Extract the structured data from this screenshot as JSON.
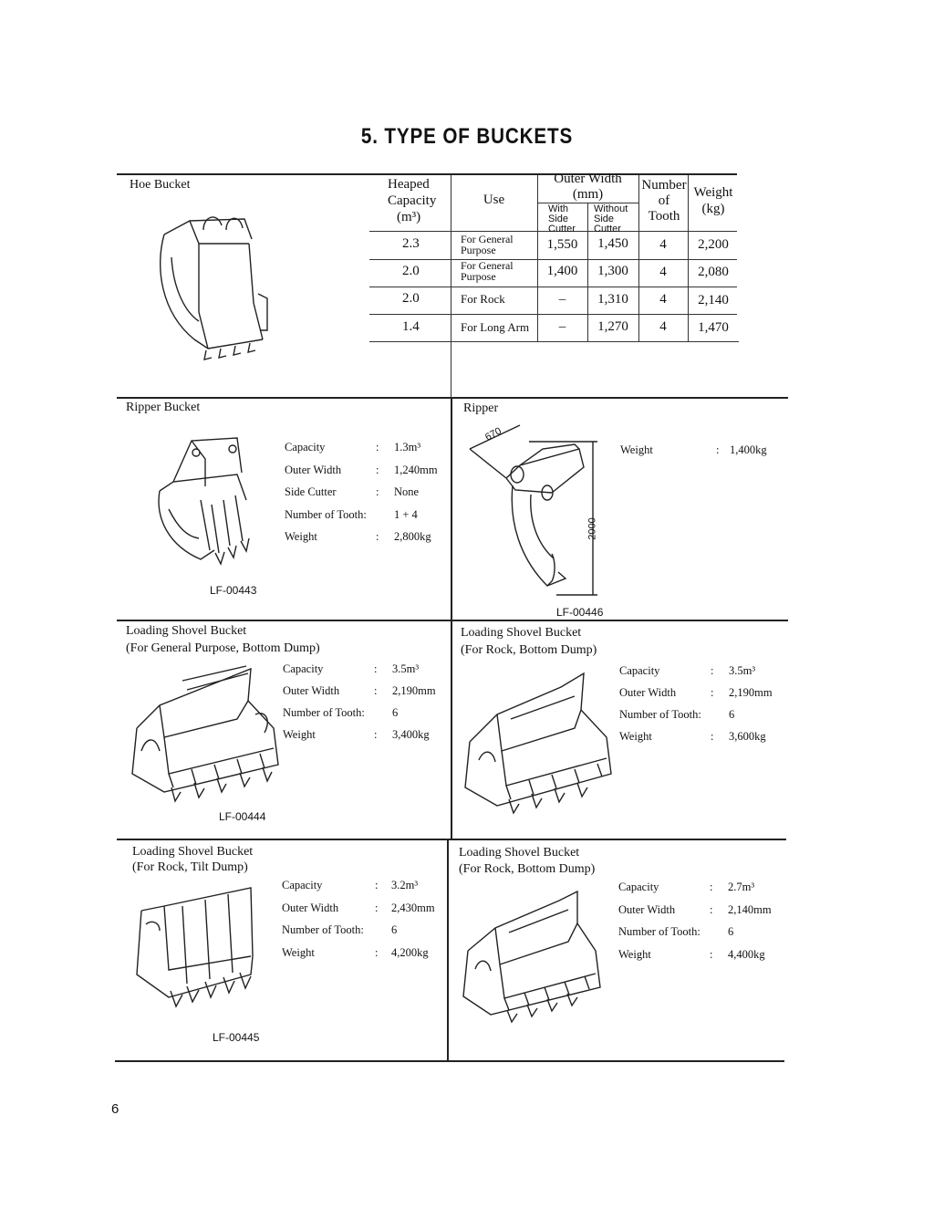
{
  "title": "5. TYPE OF BUCKETS",
  "page_number": "6",
  "hoe": {
    "label": "Hoe Bucket",
    "headers": {
      "capacity": [
        "Heaped",
        "Capacity",
        "(m³)"
      ],
      "use": "Use",
      "outer_width": [
        "Outer Width",
        "(mm)"
      ],
      "with_side_cutter": [
        "With",
        "Side",
        "Cutter"
      ],
      "without_side_cutter": [
        "Without",
        "Side",
        "Cutter"
      ],
      "tooth": [
        "Number",
        "of",
        "Tooth"
      ],
      "weight": [
        "Weight",
        "(kg)"
      ]
    },
    "rows": [
      {
        "capacity": "2.3",
        "use": [
          "For General",
          "Purpose"
        ],
        "with": "1,550",
        "without": "1,450",
        "tooth": "4",
        "weight": "2,200"
      },
      {
        "capacity": "2.0",
        "use": [
          "For General",
          "Purpose"
        ],
        "with": "1,400",
        "without": "1,300",
        "tooth": "4",
        "weight": "2,080"
      },
      {
        "capacity": "2.0",
        "use": [
          "For Rock"
        ],
        "with": "–",
        "without": "1,310",
        "tooth": "4",
        "weight": "2,140"
      },
      {
        "capacity": "1.4",
        "use": [
          "For Long Arm"
        ],
        "with": "–",
        "without": "1,270",
        "tooth": "4",
        "weight": "1,470"
      }
    ]
  },
  "ripper_bucket": {
    "label": "Ripper Bucket",
    "code": "LF-00443",
    "specs": [
      {
        "label": "Capacity",
        "value": "1.3m³"
      },
      {
        "label": "Outer Width",
        "value": "1,240mm"
      },
      {
        "label": "Side Cutter",
        "value": "None"
      },
      {
        "label": "Number of Tooth:",
        "value": "1 + 4"
      },
      {
        "label": "Weight",
        "value": "2,800kg"
      }
    ]
  },
  "ripper": {
    "label": "Ripper",
    "code": "LF-00446",
    "dim_top": "670",
    "dim_side": "2000",
    "specs": [
      {
        "label": "Weight",
        "value": "1,400kg"
      }
    ]
  },
  "shovel_general": {
    "label": [
      "Loading Shovel Bucket",
      "(For General Purpose, Bottom Dump)"
    ],
    "code": "LF-00444",
    "specs": [
      {
        "label": "Capacity",
        "value": "3.5m³"
      },
      {
        "label": "Outer Width",
        "value": "2,190mm"
      },
      {
        "label": "Number of Tooth:",
        "value": "6"
      },
      {
        "label": "Weight",
        "value": "3,400kg"
      }
    ]
  },
  "shovel_rock_bottom_1": {
    "label": [
      "Loading Shovel Bucket",
      "(For Rock, Bottom Dump)"
    ],
    "specs": [
      {
        "label": "Capacity",
        "value": "3.5m³"
      },
      {
        "label": "Outer Width",
        "value": "2,190mm"
      },
      {
        "label": "Number of Tooth:",
        "value": "6"
      },
      {
        "label": "Weight",
        "value": "3,600kg"
      }
    ]
  },
  "shovel_rock_tilt": {
    "label": [
      "Loading Shovel Bucket",
      "(For Rock, Tilt Dump)"
    ],
    "code": "LF-00445",
    "specs": [
      {
        "label": "Capacity",
        "value": "3.2m³"
      },
      {
        "label": "Outer Width",
        "value": "2,430mm"
      },
      {
        "label": "Number of Tooth:",
        "value": "6"
      },
      {
        "label": "Weight",
        "value": "4,200kg"
      }
    ]
  },
  "shovel_rock_bottom_2": {
    "label": [
      "Loading Shovel Bucket",
      "(For Rock, Bottom Dump)"
    ],
    "specs": [
      {
        "label": "Capacity",
        "value": "2.7m³"
      },
      {
        "label": "Outer Width",
        "value": "2,140mm"
      },
      {
        "label": "Number of Tooth:",
        "value": "6"
      },
      {
        "label": "Weight",
        "value": "4,400kg"
      }
    ]
  }
}
